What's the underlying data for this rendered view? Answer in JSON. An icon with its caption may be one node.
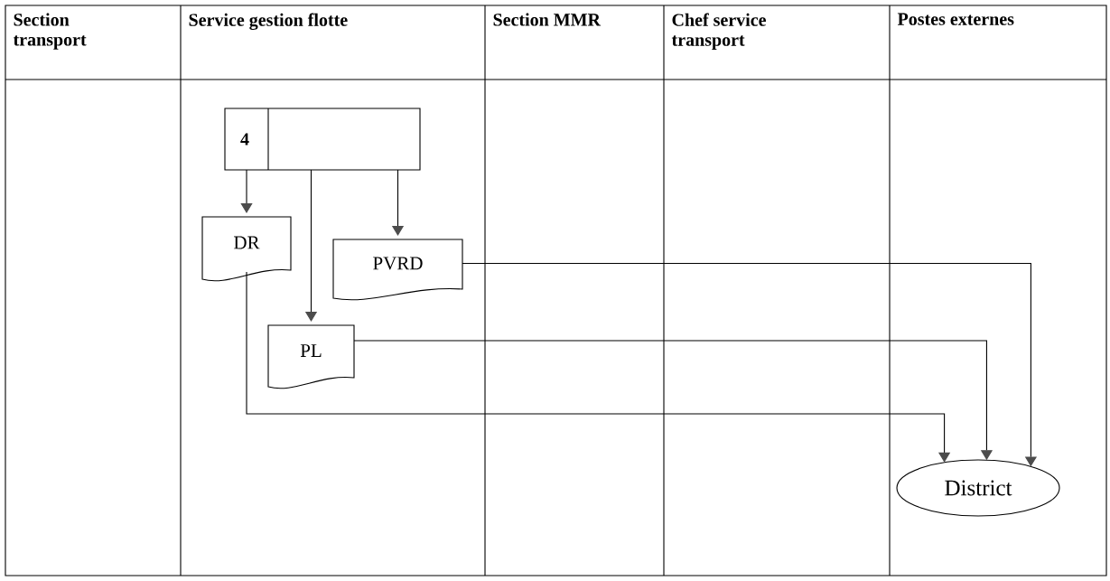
{
  "diagram": {
    "nodes": [
      {
        "text": [
          "4"
        ]
      },
      {
        "text": [
          "DR"
        ]
      },
      {
        "text": [
          "PVRD"
        ]
      },
      {
        "text": [
          "PL"
        ]
      },
      {
        "text": [
          "District"
        ]
      }
    ],
    "edges": [
      {
        "from": 0,
        "to": 1,
        "arrow": "to"
      },
      {
        "from": 0,
        "to": 3,
        "arrow": "to"
      },
      {
        "from": 0,
        "to": 2,
        "arrow": "to"
      },
      {
        "from": 2,
        "to": 4,
        "arrow": "to"
      },
      {
        "from": 3,
        "to": 4,
        "arrow": "to"
      },
      {
        "from": 1,
        "to": 4,
        "arrow": "to"
      }
    ],
    "labels": [
      "Section transport",
      "Service gestion flotte",
      "Section MMR",
      "Chef service transport",
      "Postes externes"
    ]
  }
}
